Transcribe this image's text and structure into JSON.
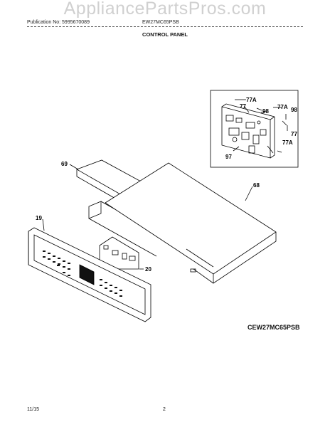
{
  "header": {
    "watermark": "AppliancePartsPros.com",
    "publication": "Publication No: 5995670089",
    "model_header": "EW27MC65PSB",
    "section_title": "CONTROL PANEL"
  },
  "callouts": {
    "p97": "97",
    "p98a": "98",
    "p98b": "98",
    "p77a": "77",
    "p77b": "77",
    "p77A1": "77A",
    "p77A2": "77A",
    "p77A3": "77A",
    "p69": "69",
    "p68": "68",
    "p19": "19",
    "p20": "20"
  },
  "model_label": "CEW27MC65PSB",
  "footer": {
    "date": "11/15",
    "page": "2"
  }
}
